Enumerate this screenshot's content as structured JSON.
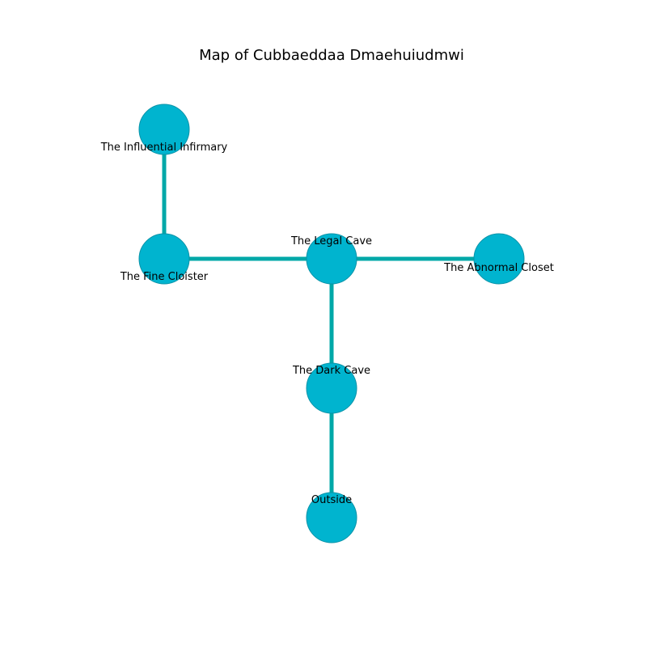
{
  "title": "Map of Cubbaeddaa Dmaehuiudmwi",
  "colors": {
    "node_fill": "#00b4cf",
    "node_stroke": "#0a93a8",
    "edge": "#00a8a8"
  },
  "rooms": [
    {
      "id": "influential-infirmary",
      "label": "The Influential Infirmary"
    },
    {
      "id": "fine-cloister",
      "label": "The Fine Cloister"
    },
    {
      "id": "legal-cave",
      "label": "The Legal Cave"
    },
    {
      "id": "abnormal-closet",
      "label": "The Abnormal Closet"
    },
    {
      "id": "dark-cave",
      "label": "The Dark Cave"
    },
    {
      "id": "outside",
      "label": "Outside"
    }
  ],
  "connections": [
    {
      "from": "influential-infirmary",
      "to": "fine-cloister"
    },
    {
      "from": "fine-cloister",
      "to": "legal-cave"
    },
    {
      "from": "legal-cave",
      "to": "abnormal-closet"
    },
    {
      "from": "legal-cave",
      "to": "dark-cave"
    },
    {
      "from": "dark-cave",
      "to": "outside"
    }
  ]
}
